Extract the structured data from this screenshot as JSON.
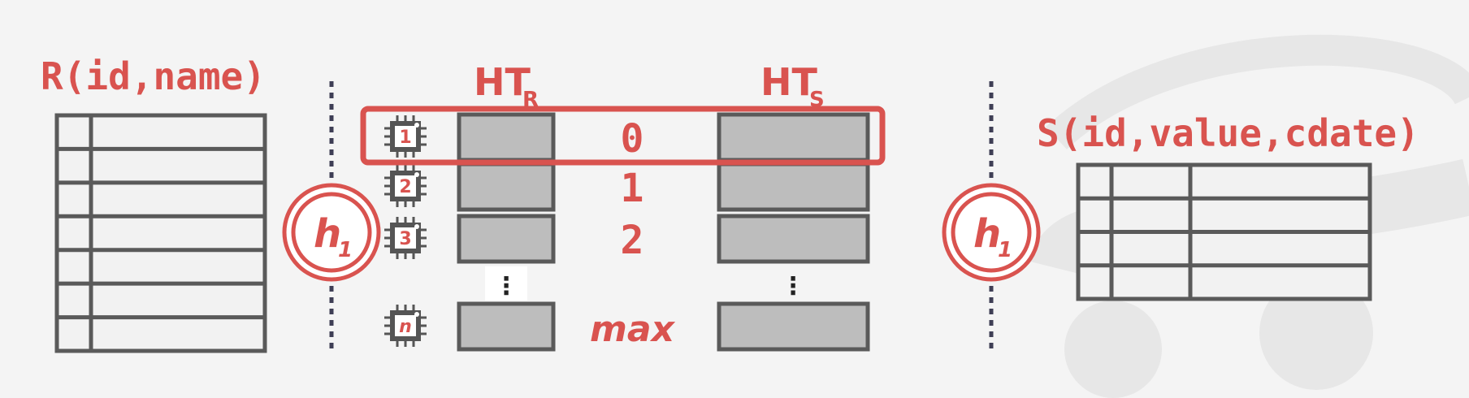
{
  "relation_r": {
    "title": "R(id,name)",
    "rows": 7
  },
  "relation_s": {
    "title": "S(id,value,cdate)",
    "rows": 4
  },
  "hash_table_r": {
    "label": "HT",
    "subscript": "R"
  },
  "hash_table_s": {
    "label": "HT",
    "subscript": "S"
  },
  "hash_function": {
    "label": "h",
    "subscript": "1"
  },
  "partitions": [
    {
      "index": "0",
      "core": "1",
      "highlighted": true
    },
    {
      "index": "1",
      "core": "2",
      "highlighted": false
    },
    {
      "index": "2",
      "core": "3",
      "highlighted": false
    },
    {
      "index": "max",
      "core": "n",
      "highlighted": false
    }
  ],
  "ellipsis": "⋮",
  "colors": {
    "accent": "#d9534f",
    "stroke": "#5a5a5a",
    "bucket_fill": "#bdbdbd",
    "table_fill": "#f2f2f2",
    "background": "#f4f4f4",
    "watermark": "#e6e6e6"
  }
}
